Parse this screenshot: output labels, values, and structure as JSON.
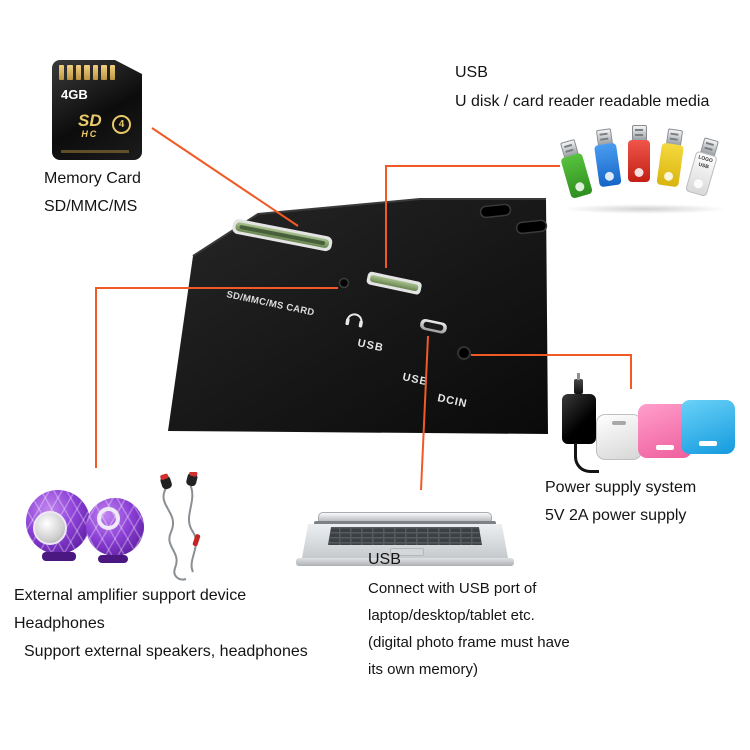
{
  "colors": {
    "accent": "#f15a24",
    "frame_black": "#111111",
    "slot_green": "#8fae6e"
  },
  "callouts": {
    "memory_card": {
      "title": "Memory Card",
      "subtitle": "SD/MMC/MS"
    },
    "usb_reader": {
      "title": "USB",
      "subtitle": "U disk / card reader readable media"
    },
    "power": {
      "title": "Power supply system",
      "subtitle": "5V 2A power supply"
    },
    "audio": {
      "line1": "External amplifier support device",
      "line2": "Headphones",
      "line3": "Support external speakers, headphones"
    },
    "laptop_usb": {
      "title": "USB",
      "line1": "Connect with USB port of",
      "line2": "laptop/desktop/tablet etc.",
      "line3": "(digital photo frame must have",
      "line4": "its own memory)"
    }
  },
  "frame_ports": {
    "sd_slot": "SD/MMC/MS CARD",
    "usb_port": "USB",
    "mini_usb_port": "USB",
    "dc_in": "DCIN"
  },
  "sd_card": {
    "capacity": "4GB",
    "logo_line1": "SD",
    "logo_line2": "HC",
    "speed_class": "4"
  },
  "usb_drive": {
    "label_line1": "LOGO",
    "label_line2": "USB"
  }
}
